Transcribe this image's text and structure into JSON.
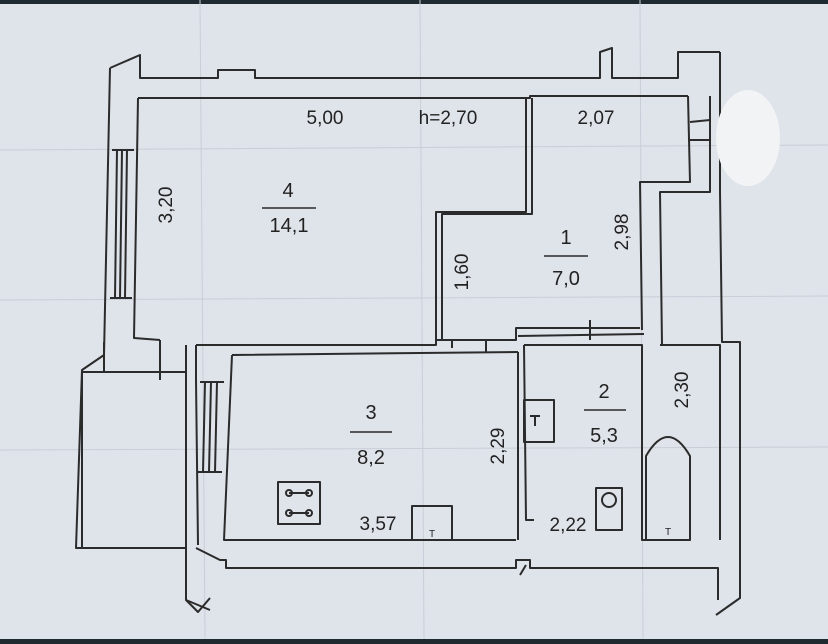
{
  "colors": {
    "paper": "#dfe3ea",
    "ink": "#2b2b2b",
    "frame": "#1f2a30"
  },
  "plan": {
    "height_label": "h=2,70",
    "rooms": [
      {
        "number": "4",
        "area": "14,1"
      },
      {
        "number": "1",
        "area": "7,0"
      },
      {
        "number": "3",
        "area": "8,2"
      },
      {
        "number": "2",
        "area": "5,3"
      }
    ],
    "dimensions": {
      "room4_width": "5,00",
      "room4_depth": "3,20",
      "room1_width": "2,07",
      "room1_depth": "2,98",
      "passage_depth": "1,60",
      "room3_width": "3,57",
      "room3_depth": "2,29",
      "room2_width": "2,22",
      "room2_depth": "2,30"
    },
    "fixture_mark": "T"
  }
}
